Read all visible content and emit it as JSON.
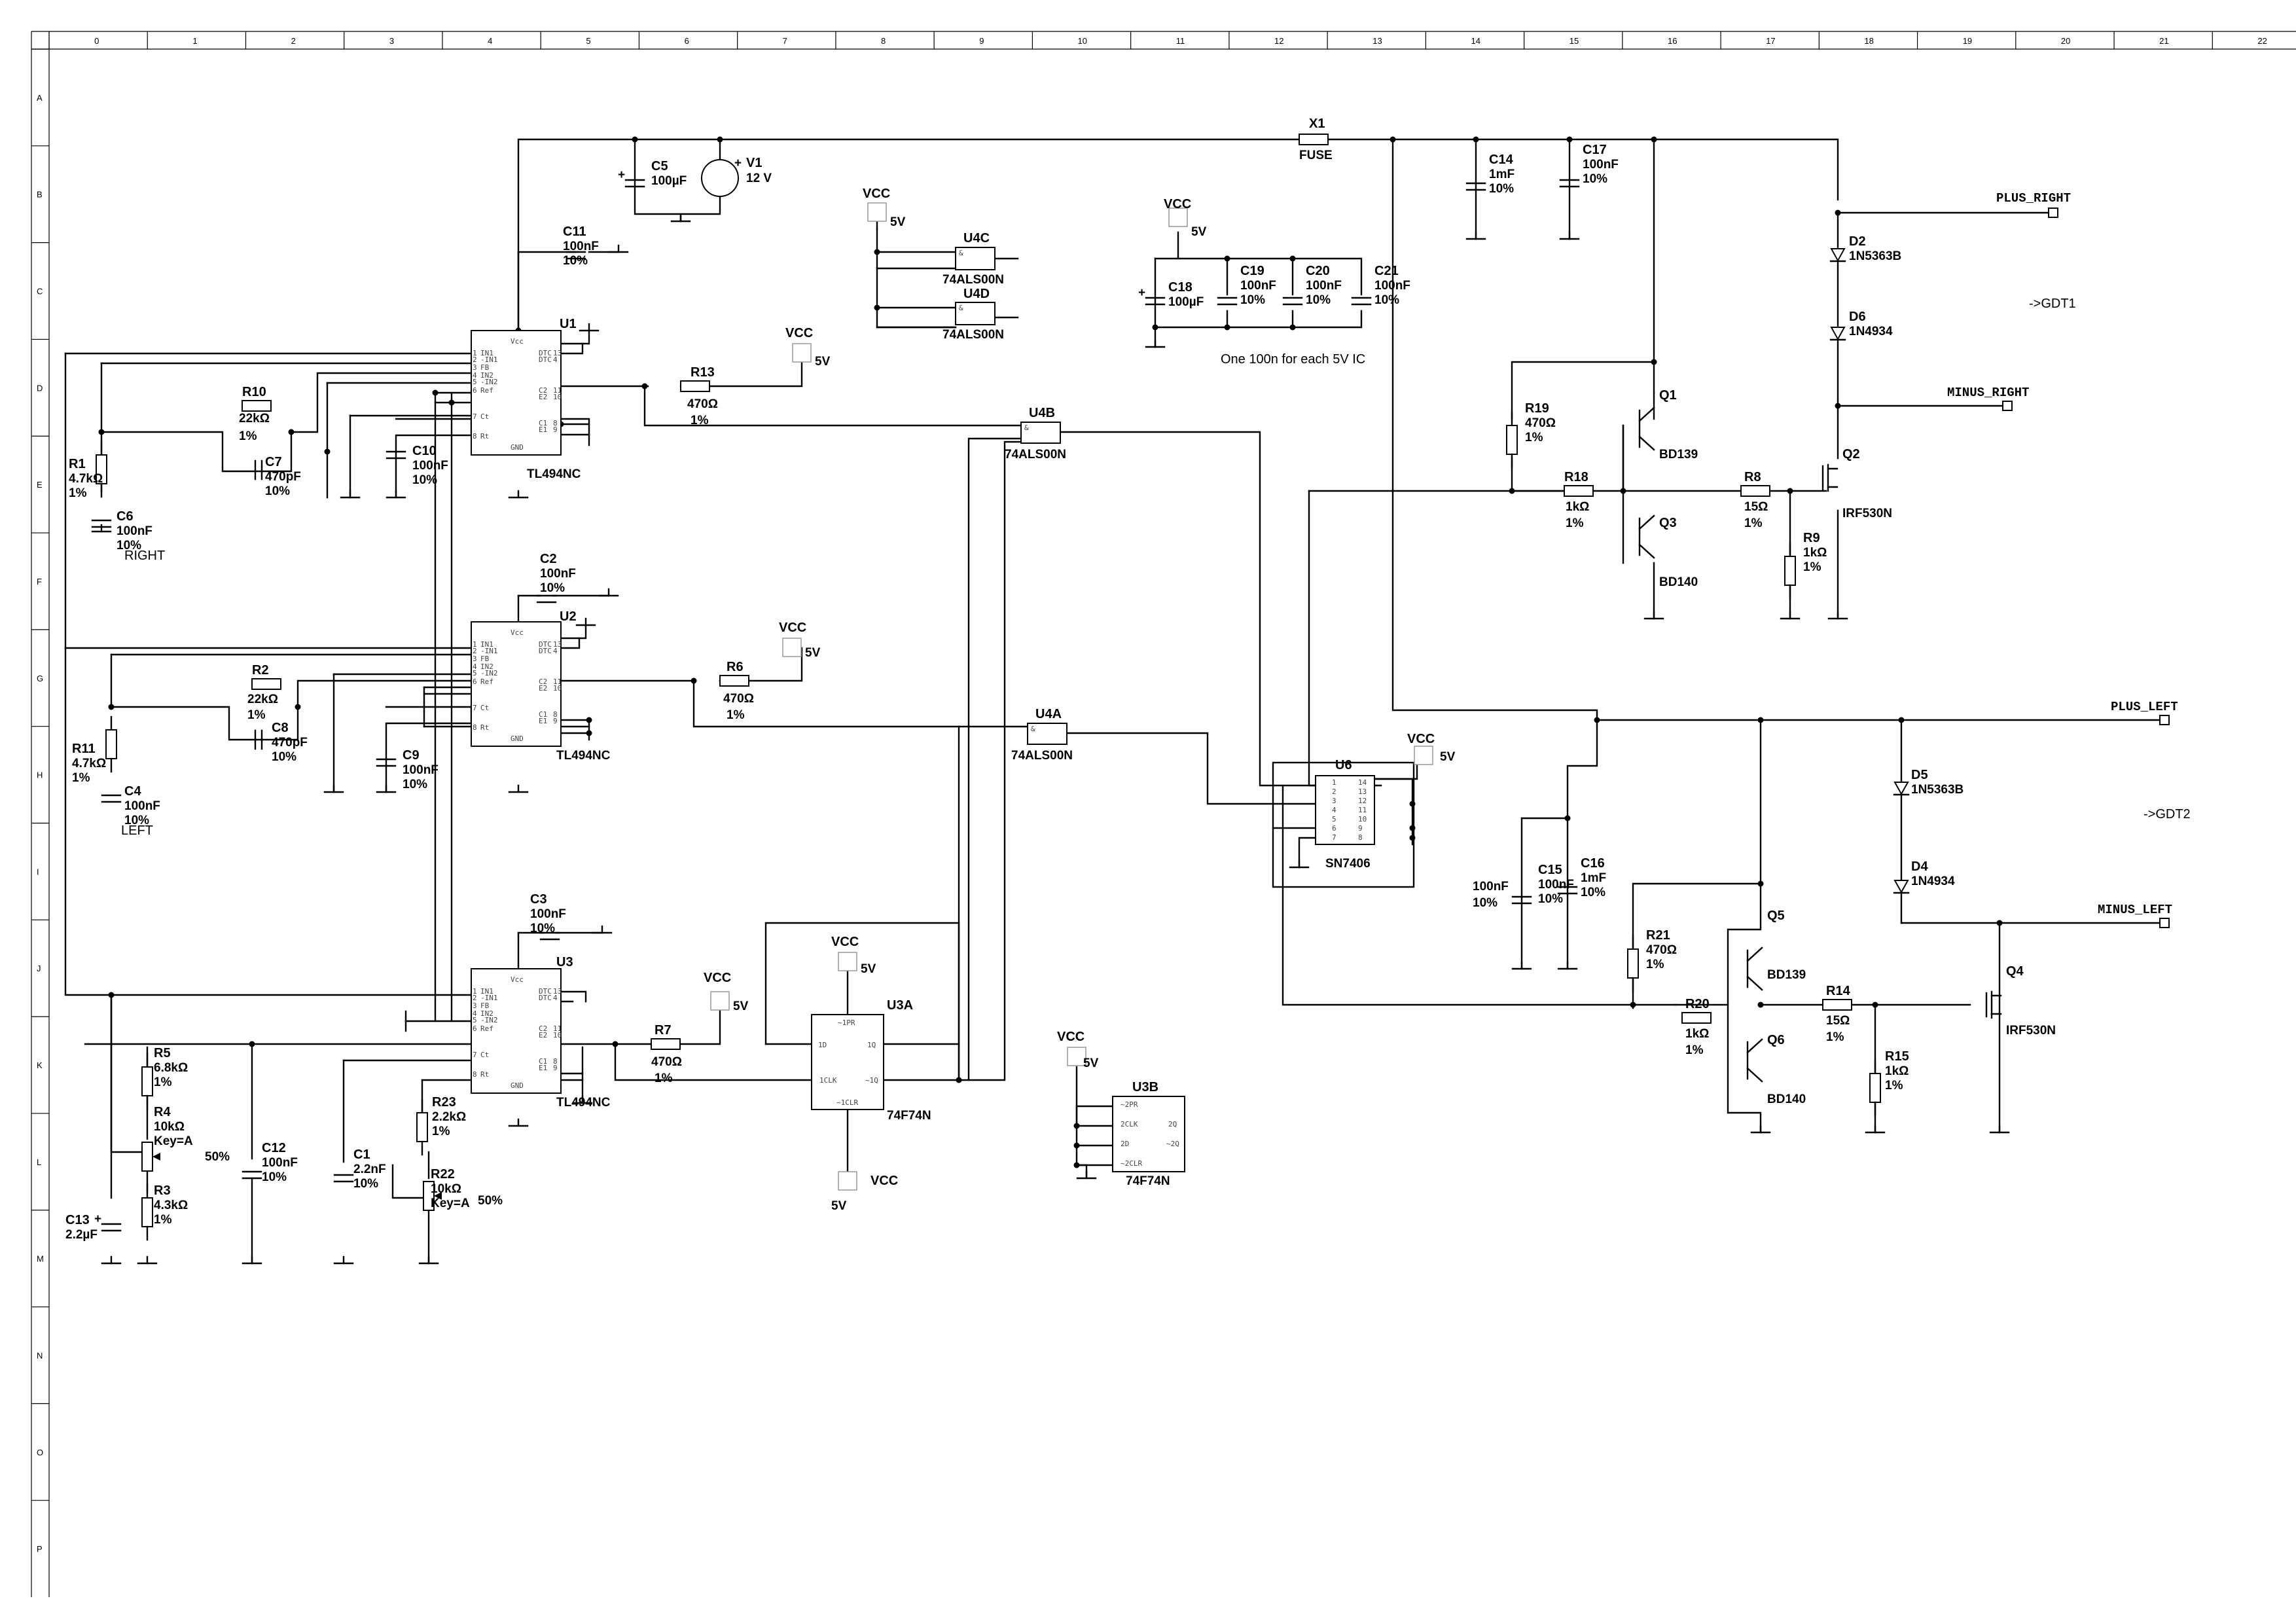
{
  "sheet": {
    "columns": [
      "0",
      "1",
      "2",
      "3",
      "4",
      "5",
      "6",
      "7",
      "8",
      "9",
      "10",
      "11",
      "12",
      "13",
      "14",
      "15",
      "16",
      "17",
      "18",
      "19",
      "20",
      "21",
      "22"
    ],
    "rows": [
      "A",
      "B",
      "C",
      "D",
      "E",
      "F",
      "G",
      "H",
      "I",
      "J",
      "K",
      "L",
      "M",
      "N",
      "O",
      "P"
    ]
  },
  "ics": [
    {
      "ref": "U1",
      "part": "TL494NC"
    },
    {
      "ref": "U2",
      "part": "TL494NC"
    },
    {
      "ref": "U3",
      "part": "TL494NC"
    },
    {
      "ref": "U4A",
      "part": "74ALS00N"
    },
    {
      "ref": "U4B",
      "part": "74ALS00N"
    },
    {
      "ref": "U4C",
      "part": "74ALS00N"
    },
    {
      "ref": "U4D",
      "part": "74ALS00N"
    },
    {
      "ref": "U3A",
      "part": "74F74N"
    },
    {
      "ref": "U3B",
      "part": "74F74N"
    },
    {
      "ref": "U6",
      "part": "SN7406"
    }
  ],
  "tl494_pins_left": [
    "IN1",
    "-IN1",
    "FB",
    "IN2",
    "-IN2",
    "Ref",
    "Ct",
    "Rt"
  ],
  "tl494_pins_right": [
    "DTC",
    "DTC",
    "C2",
    "E2",
    "C1",
    "E1"
  ],
  "tl494_top": "Vcc",
  "tl494_bottom": "GND",
  "ff_pins": {
    "pr": "~1PR",
    "d": "1D",
    "clk": "1CLK",
    "clr": "~1CLR",
    "q": "1Q",
    "nq": "~1Q"
  },
  "ff2_pins": {
    "pr": "~2PR",
    "clk": "2CLK",
    "d": "2D",
    "clr": "~2CLR",
    "q": "2Q",
    "nq": "~2Q"
  },
  "components": {
    "R1": {
      "ref": "R1",
      "v1": "4.7kΩ",
      "v2": "1%"
    },
    "R2": {
      "ref": "R2",
      "v1": "22kΩ",
      "v2": "1%"
    },
    "R3": {
      "ref": "R3",
      "v1": "4.3kΩ",
      "v2": "1%"
    },
    "R4": {
      "ref": "R4",
      "v1": "10kΩ",
      "v2": "Key=A",
      "pct": "50%"
    },
    "R5": {
      "ref": "R5",
      "v1": "6.8kΩ",
      "v2": "1%"
    },
    "R6": {
      "ref": "R6",
      "v1": "470Ω",
      "v2": "1%"
    },
    "R7": {
      "ref": "R7",
      "v1": "470Ω",
      "v2": "1%"
    },
    "R8": {
      "ref": "R8",
      "v1": "15Ω",
      "v2": "1%"
    },
    "R9": {
      "ref": "R9",
      "v1": "1kΩ",
      "v2": "1%"
    },
    "R10": {
      "ref": "R10",
      "v1": "22kΩ",
      "v2": "1%"
    },
    "R11": {
      "ref": "R11",
      "v1": "4.7kΩ",
      "v2": "1%"
    },
    "R13": {
      "ref": "R13",
      "v1": "470Ω",
      "v2": "1%"
    },
    "R14": {
      "ref": "R14",
      "v1": "15Ω",
      "v2": "1%"
    },
    "R15": {
      "ref": "R15",
      "v1": "1kΩ",
      "v2": "1%"
    },
    "R18": {
      "ref": "R18",
      "v1": "1kΩ",
      "v2": "1%"
    },
    "R19": {
      "ref": "R19",
      "v1": "470Ω",
      "v2": "1%"
    },
    "R20": {
      "ref": "R20",
      "v1": "1kΩ",
      "v2": "1%"
    },
    "R21": {
      "ref": "R21",
      "v1": "470Ω",
      "v2": "1%"
    },
    "R22": {
      "ref": "R22",
      "v1": "10kΩ",
      "v2": "Key=A",
      "pct": "50%"
    },
    "R23": {
      "ref": "R23",
      "v1": "2.2kΩ",
      "v2": "1%"
    },
    "C1": {
      "ref": "C1",
      "v1": "2.2nF",
      "v2": "10%"
    },
    "C2": {
      "ref": "C2",
      "v1": "100nF",
      "v2": "10%"
    },
    "C3": {
      "ref": "C3",
      "v1": "100nF",
      "v2": "10%"
    },
    "C4": {
      "ref": "C4",
      "v1": "100nF",
      "v2": "10%"
    },
    "C5": {
      "ref": "C5",
      "v1": "100µF"
    },
    "C6": {
      "ref": "C6",
      "v1": "100nF",
      "v2": "10%"
    },
    "C7": {
      "ref": "C7",
      "v1": "470pF",
      "v2": "10%"
    },
    "C8": {
      "ref": "C8",
      "v1": "470pF",
      "v2": "10%"
    },
    "C9": {
      "ref": "C9",
      "v1": "100nF",
      "v2": "10%"
    },
    "C10": {
      "ref": "C10",
      "v1": "100nF",
      "v2": "10%"
    },
    "C11": {
      "ref": "C11",
      "v1": "100nF",
      "v2": "10%"
    },
    "C12": {
      "ref": "C12",
      "v1": "100nF",
      "v2": "10%"
    },
    "C13": {
      "ref": "C13",
      "v1": "2.2µF"
    },
    "C14": {
      "ref": "C14",
      "v1": "1mF",
      "v2": "10%"
    },
    "C15": {
      "ref": "C15",
      "v1": "100nF",
      "v2": "10%"
    },
    "C16": {
      "ref": "C16",
      "v1": "1mF",
      "v2": "10%"
    },
    "C17": {
      "ref": "C17",
      "v1": "100nF",
      "v2": "10%"
    },
    "C18": {
      "ref": "C18",
      "v1": "100µF"
    },
    "C19": {
      "ref": "C19",
      "v1": "100nF",
      "v2": "10%"
    },
    "C20": {
      "ref": "C20",
      "v1": "100nF",
      "v2": "10%"
    },
    "C21": {
      "ref": "C21",
      "v1": "100nF",
      "v2": "10%"
    },
    "V1": {
      "ref": "V1",
      "v1": "12 V"
    },
    "X1": {
      "ref": "X1",
      "v1": "FUSE"
    },
    "Q1": {
      "ref": "Q1",
      "v1": "BD139"
    },
    "Q3": {
      "ref": "Q3",
      "v1": "BD140"
    },
    "Q5": {
      "ref": "Q5",
      "v1": "BD139"
    },
    "Q6": {
      "ref": "Q6",
      "v1": "BD140"
    },
    "Q2": {
      "ref": "Q2",
      "v1": "IRF530N"
    },
    "Q4": {
      "ref": "Q4",
      "v1": "IRF530N"
    },
    "D2": {
      "ref": "D2",
      "v1": "1N5363B"
    },
    "D6": {
      "ref": "D6",
      "v1": "1N4934"
    },
    "D5": {
      "ref": "D5",
      "v1": "1N5363B"
    },
    "D4": {
      "ref": "D4",
      "v1": "1N4934"
    }
  },
  "power": {
    "vcc": "VCC",
    "v5": "5V"
  },
  "labels": {
    "plus_right": "PLUS_RIGHT",
    "minus_right": "MINUS_RIGHT",
    "plus_left": "PLUS_LEFT",
    "minus_left": "MINUS_LEFT",
    "gdt1": "->GDT1",
    "gdt2": "->GDT2",
    "right": "RIGHT",
    "left": "LEFT",
    "decoupling_note": "One 100n for each 5V IC"
  }
}
